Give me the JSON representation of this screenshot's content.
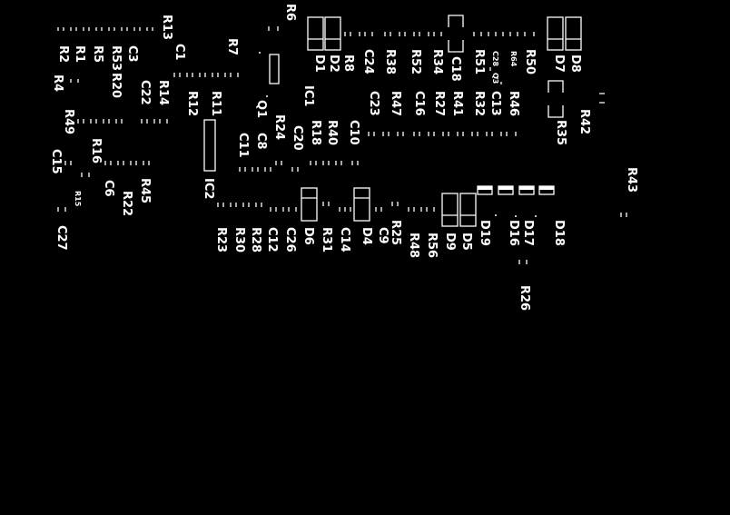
{
  "labels": [
    "R13",
    "R6",
    "R7",
    "C1",
    "C3",
    "R5",
    "R1",
    "R2",
    "R53",
    "R20",
    "R4",
    "C22",
    "R14",
    "R12",
    "R11",
    "IC1",
    "Q1",
    "R24",
    "C8",
    "C11",
    "C20",
    "R18",
    "R40",
    "C10",
    "R49",
    "R16",
    "C15",
    "C6",
    "R15",
    "R22",
    "R45",
    "IC2",
    "C27",
    "D1",
    "D2",
    "R8",
    "C24",
    "R38",
    "R52",
    "R34",
    "C18",
    "R51",
    "C28",
    "Q3",
    "R64",
    "R50",
    "D7",
    "D8",
    "C23",
    "R47",
    "C16",
    "R27",
    "R41",
    "R32",
    "C13",
    "R46",
    "R42",
    "R35",
    "R43",
    "D6",
    "D4",
    "R23",
    "R30",
    "R28",
    "C12",
    "C26",
    "R31",
    "C14",
    "R25",
    "C9",
    "R48",
    "R56",
    "D9",
    "D5",
    "D19",
    "D16",
    "D17",
    "D18",
    "R26"
  ]
}
